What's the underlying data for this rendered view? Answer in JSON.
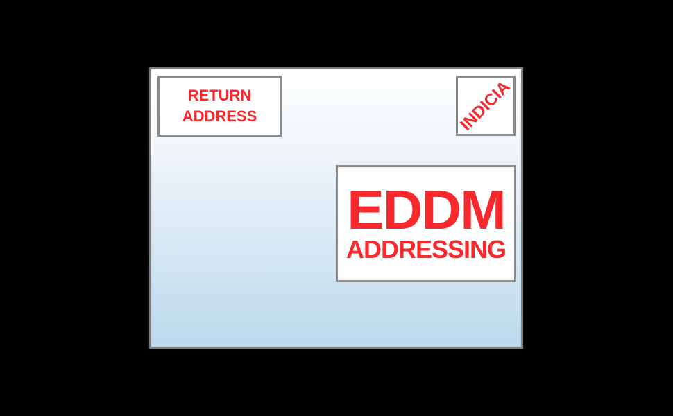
{
  "canvas": {
    "background_color": "#000000"
  },
  "envelope": {
    "border_color": "#7f7f7f",
    "gradient_top_color": "#feffff",
    "gradient_bottom_color": "#bcd9ec"
  },
  "boxes": {
    "border_color": "#8a8a8a",
    "text_color": "#f8282c",
    "return_address": {
      "line1": "RETURN",
      "line2": "ADDRESS"
    },
    "indicia": {
      "text": "INDICIA",
      "rotation_deg": -45
    },
    "eddm": {
      "line1": "EDDM",
      "line2": "ADDRESSING"
    }
  }
}
